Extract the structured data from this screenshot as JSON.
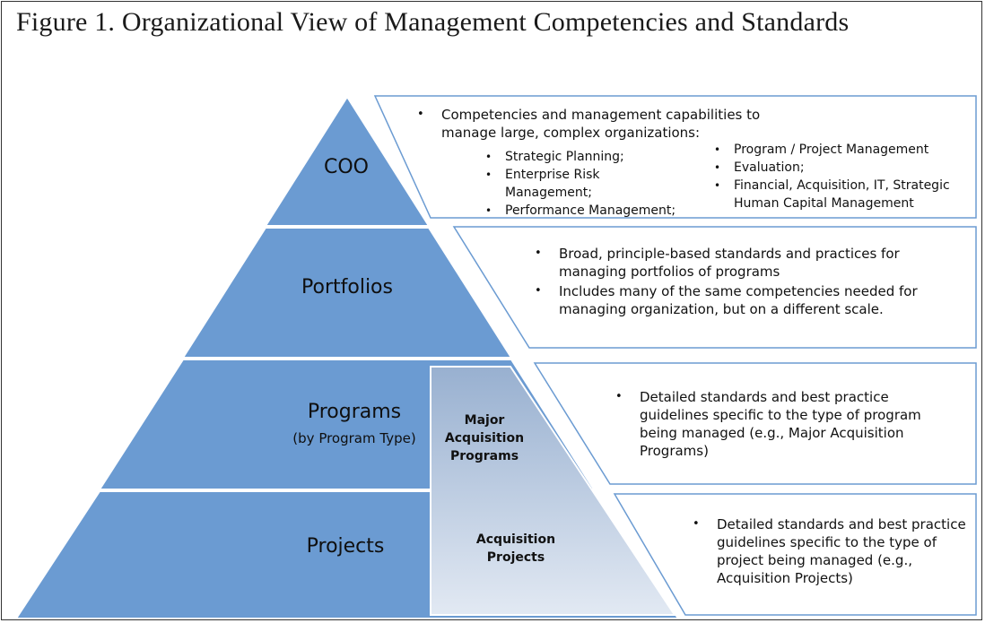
{
  "title": "Figure 1. Organizational View of Management Competencies and Standards",
  "colors": {
    "pyramid_fill": "#6b9bd2",
    "box_border": "#6b9bd2",
    "inner_top": "#98b0d0",
    "inner_bottom": "#e2e9f3"
  },
  "levels": [
    {
      "label": "COO"
    },
    {
      "label": "Portfolios"
    },
    {
      "label": "Programs",
      "sublabel": "(by Program Type)"
    },
    {
      "label": "Projects"
    }
  ],
  "inner": {
    "top_label": "Major Acquisition Programs",
    "bottom_label": "Acquisition Projects"
  },
  "boxes": {
    "coo": {
      "intro": "Competencies and management capabilities to manage large, complex organizations:",
      "left_items": [
        "Strategic Planning;",
        "Enterprise Risk Management;",
        "Performance Management;"
      ],
      "right_items": [
        "Program / Project Management",
        "Evaluation;",
        "Financial, Acquisition, IT, Strategic Human Capital Management"
      ]
    },
    "portfolios": {
      "items": [
        "Broad, principle-based standards and practices for managing portfolios of programs",
        "Includes many of the same competencies needed for managing organization, but on a different scale."
      ]
    },
    "programs": {
      "items": [
        "Detailed standards and best practice guidelines specific to the type of program being managed (e.g., Major Acquisition Programs)"
      ]
    },
    "projects": {
      "items": [
        "Detailed standards and best practice guidelines specific to the type of project being managed (e.g., Acquisition Projects)"
      ]
    }
  }
}
